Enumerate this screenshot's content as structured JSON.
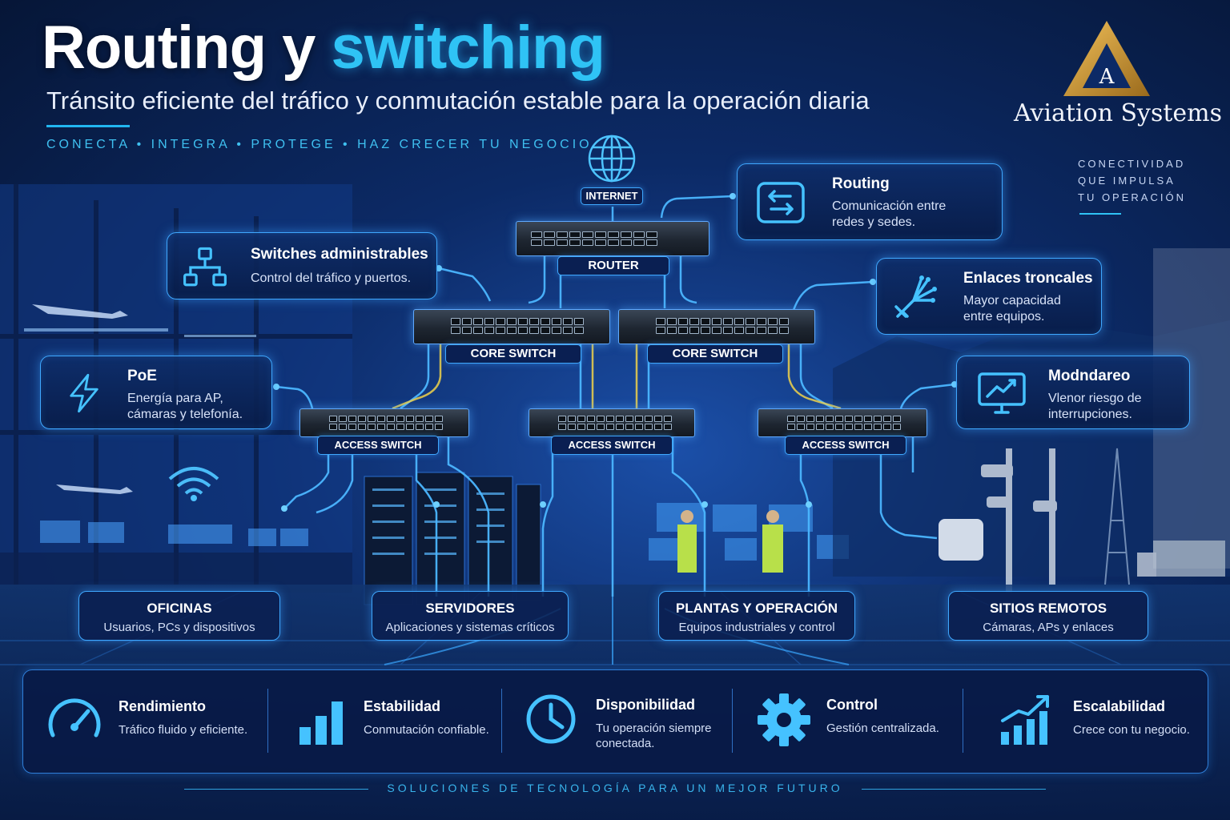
{
  "header": {
    "title_part1": "Routing y",
    "title_part2": "switching",
    "subtitle": "Tránsito eficiente del tráfico y conmutación estable para  la operación diaria",
    "tagline": "CONECTA  •  INTEGRA  •  PROTEGE  •  HAZ CRECER TU NEGOCIO"
  },
  "brand": {
    "logo_letter": "A",
    "name": "Aviation Systems",
    "tag_line1": "CONECTIVIDAD",
    "tag_line2": "QUE IMPULSA",
    "tag_line3": "TU OPERACIÓN"
  },
  "network": {
    "internet_label": "INTERNET",
    "router_label": "ROUTER",
    "core_switch_1": "CORE SWITCH",
    "core_switch_2": "CORE SWITCH",
    "access_switch_1": "ACCESS SWITCH",
    "access_switch_2": "ACCESS SWITCH",
    "access_switch_3": "ACCESS SWITCH"
  },
  "features": {
    "switches": {
      "title": "Switches administrables",
      "desc": "Control del tráfico y puertos.",
      "icon": "network-tree-icon"
    },
    "poe": {
      "title": "PoE",
      "desc_line1": "Energía para AP,",
      "desc_line2": "cámaras y telefonía.",
      "icon": "lightning-bolt-icon"
    },
    "routing": {
      "title": "Routing",
      "desc_line1": "Comunicación entre",
      "desc_line2": "redes y sedes.",
      "icon": "exchange-arrows-icon"
    },
    "enlaces": {
      "title": "Enlaces troncales",
      "desc_line1": "Mayor capacidad",
      "desc_line2": "entre equipos.",
      "icon": "fiber-cable-icon"
    },
    "monitoreo": {
      "title": "Modndareo",
      "desc_line1": "Vlenor riesgo de",
      "desc_line2": "interrupciones.",
      "icon": "monitor-chart-icon"
    }
  },
  "zones": [
    {
      "title": "OFICINAS",
      "desc": "Usuarios, PCs y dispositivos"
    },
    {
      "title": "SERVIDORES",
      "desc": "Aplicaciones y sistemas críticos"
    },
    {
      "title": "PLANTAS Y OPERACIÓN",
      "desc": "Equipos industriales y control"
    },
    {
      "title": "SITIOS REMOTOS",
      "desc": "Cámaras, APs y enlaces"
    }
  ],
  "metrics": [
    {
      "title": "Rendimiento",
      "desc_line1": "Tráfico fluido y eficiente.",
      "desc_line2": "",
      "icon": "speedometer-icon"
    },
    {
      "title": "Estabilidad",
      "desc_line1": "Conmutación confiable.",
      "desc_line2": "",
      "icon": "bar-chart-icon"
    },
    {
      "title": "Disponibilidad",
      "desc_line1": "Tu operación siempre",
      "desc_line2": "conectada.",
      "icon": "clock-icon"
    },
    {
      "title": "Control",
      "desc_line1": "Gestión centralizada.",
      "desc_line2": "",
      "icon": "gear-icon"
    },
    {
      "title": "Escalabilidad",
      "desc_line1": "Crece con tu negocio.",
      "desc_line2": "",
      "icon": "growth-chart-icon"
    }
  ],
  "footer": "SOLUCIONES DE TECNOLOGÍA PARA UN MEJOR FUTURO",
  "colors": {
    "accent": "#2fc3f5",
    "border": "#3fa8ff",
    "gold": "#c9962e",
    "navy": "#061637"
  }
}
